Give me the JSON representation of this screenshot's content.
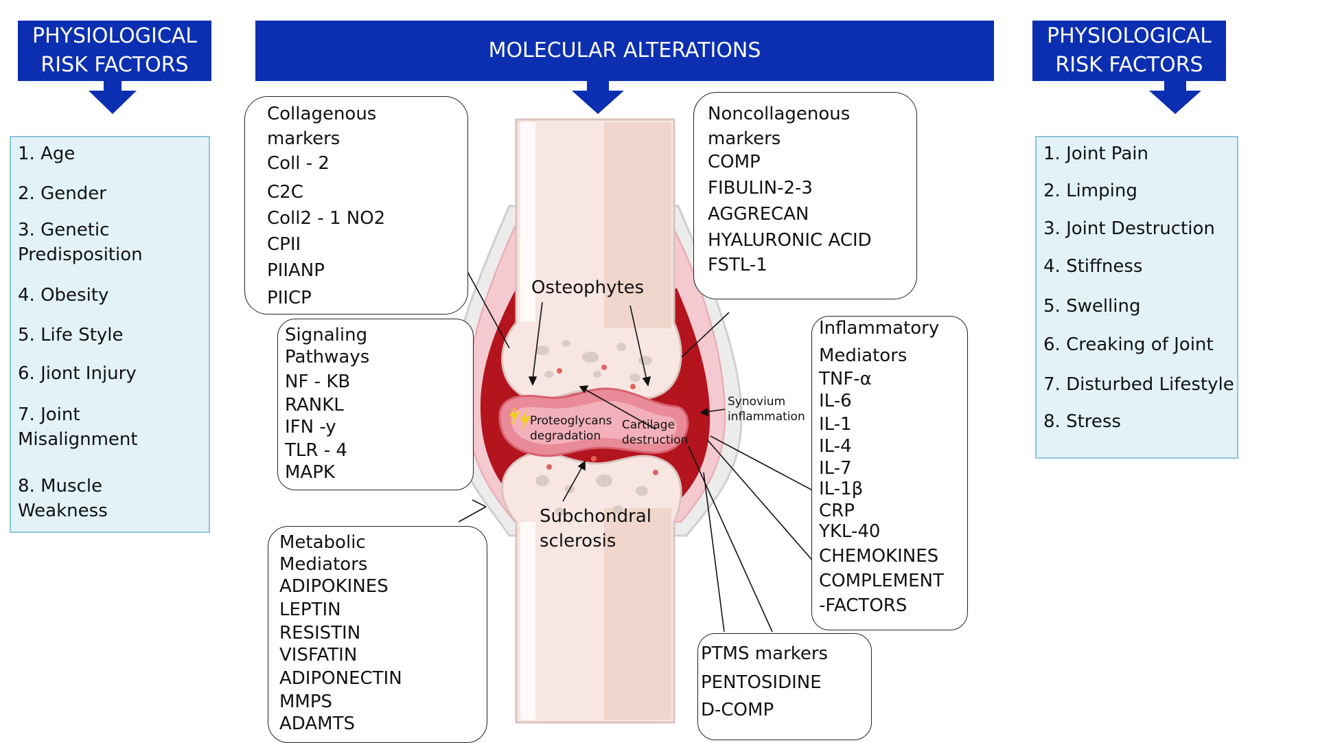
{
  "left_header": {
    "title": "PHYSIOLOGICAL\nRISK FACTORS"
  },
  "center_header": {
    "title": "MOLECULAR ALTERATIONS"
  },
  "right_header": {
    "title": "PHYSIOLOGICAL\nRISK FACTORS"
  },
  "left_list": [
    "1. Age",
    "2. Gender",
    "3. Genetic\n    Predisposition",
    "4. Obesity",
    "5. Life Style",
    "6. Jiont Injury",
    "7. Joint\n    Misalignment",
    "8. Muscle\n     Weakness"
  ],
  "right_list": [
    "1. Joint Pain",
    "2. Limping",
    "3. Joint Destruction",
    "4. Stiffness",
    "5. Swelling",
    "6. Creaking of Joint",
    "7. Disturbed Lifestyle",
    "8. Stress"
  ],
  "collagenous": [
    "Collagenous",
    "markers",
    "Coll - 2",
    "C2C",
    "Coll2 - 1 NO2",
    "CPII",
    "PIIANP",
    "PIICP"
  ],
  "noncollagenous": [
    "Noncollagenous",
    "markers",
    "COMP",
    "FIBULIN-2-3",
    "AGGRECAN",
    "HYALURONIC ACID",
    "FSTL-1"
  ],
  "signaling": [
    "Signaling",
    "Pathways",
    "NF - KB",
    "RANKL",
    "IFN -y",
    "TLR - 4",
    "MAPK"
  ],
  "metabolic": [
    "Metabolic",
    "Mediators",
    "ADIPOKINES",
    "LEPTIN",
    "RESISTIN",
    "VISFATIN",
    "ADIPONECTIN",
    "MMPS",
    "ADAMTS"
  ],
  "inflammatory": [
    "Inflammatory",
    "Mediators",
    "TNF-α",
    "IL-6",
    "IL-1",
    "IL-4",
    "IL-7",
    "IL-1β",
    "CRP",
    "YKL-40",
    "CHEMOKINES",
    "COMPLEMENT",
    "-FACTORS"
  ],
  "ptms": [
    "PTMS markers",
    "PENTOSIDINE",
    "D-COMP"
  ],
  "joint_labels": {
    "osteophytes": "Osteophytes",
    "synovium": "Synovium\ninflammation",
    "proteoglycans": "Proteoglycans\ndegradation",
    "cartilage": "Cartilage\ndestruction",
    "subchondral": "Subchondral\nsclerosis"
  },
  "colors": {
    "header_blue": "#0b2fb0",
    "panel_fill": "#e2f2f8",
    "panel_border": "#8ec5dc",
    "synovium_red": "#b4141e"
  }
}
